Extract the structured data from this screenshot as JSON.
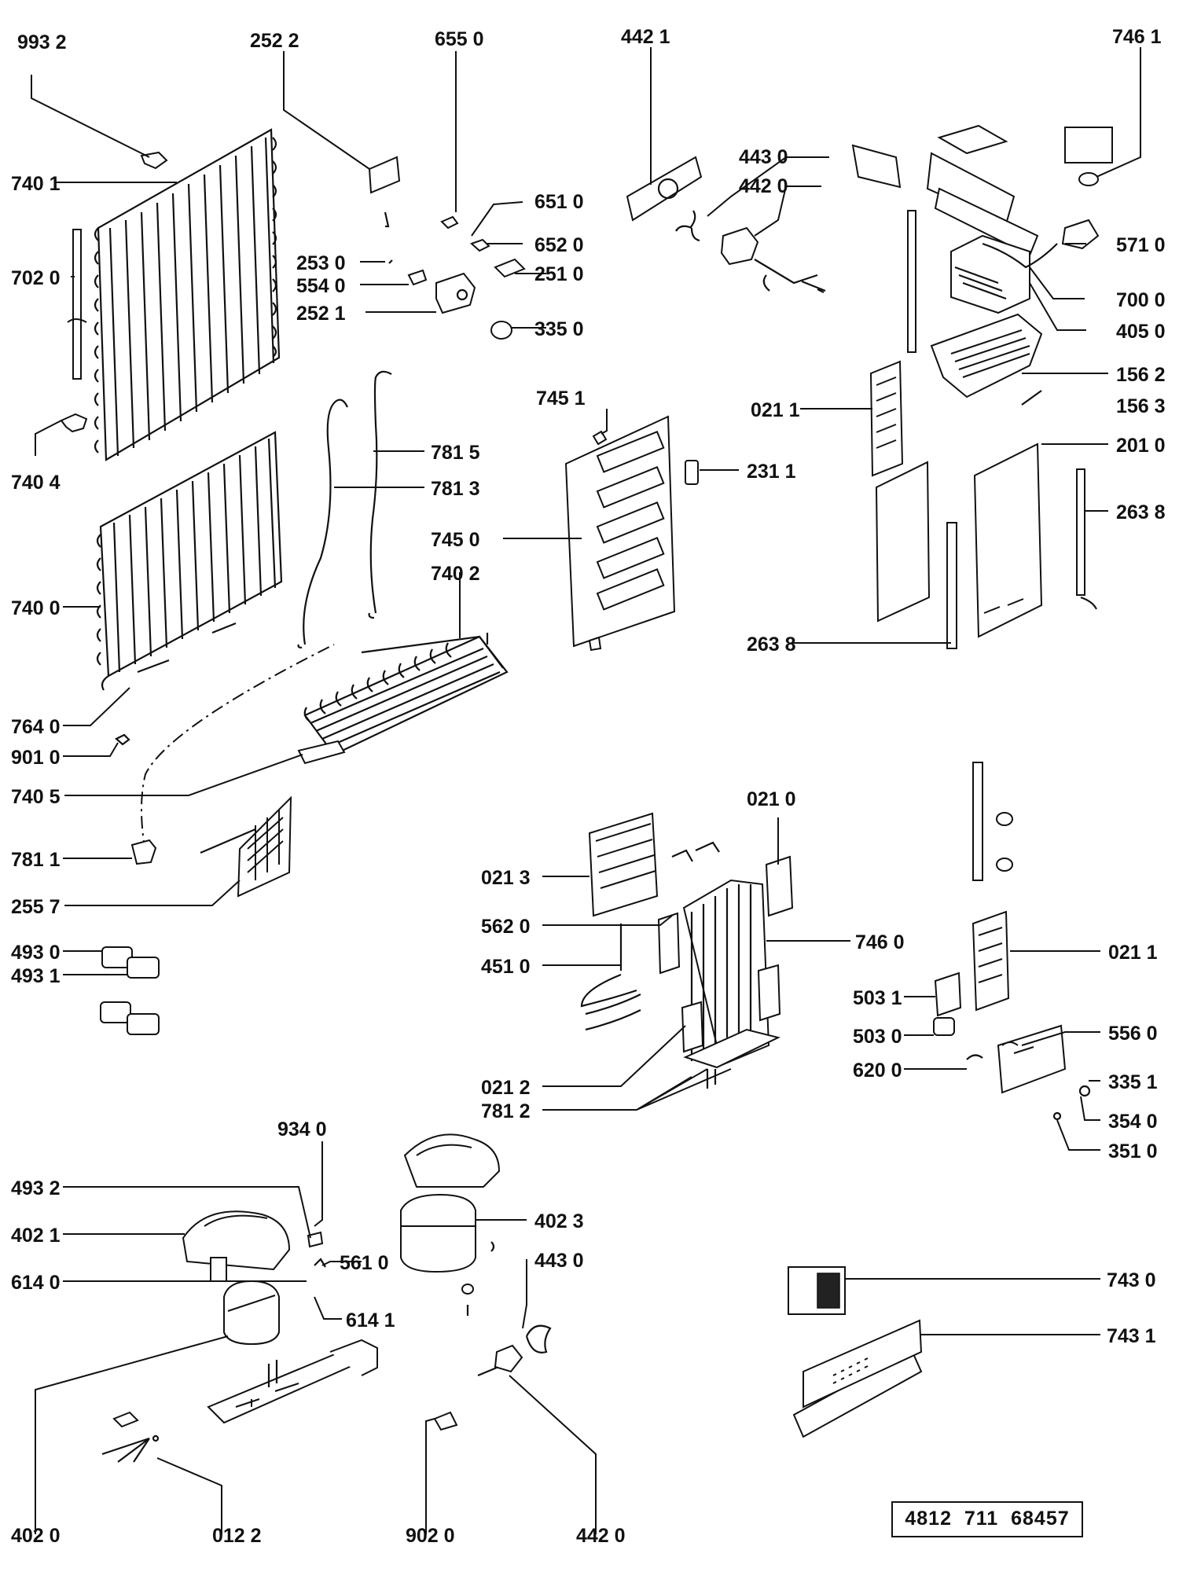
{
  "document_number": "4812  711  68457",
  "labels": {
    "l9932": "993 2",
    "l2522": "252  2",
    "l6550": "655  0",
    "l4421": "442 1",
    "l7461": "746 1",
    "l7401": "740 1",
    "l4430a": "443 0",
    "l4420a": "442 0",
    "l6510": "651 0",
    "l6520": "652 0",
    "l7020": "702 0",
    "l2530": "253  0",
    "l5540": "554  0",
    "l2510": "251 0",
    "l2521": "252  1",
    "l3350": "335 0",
    "l5710": "571 0",
    "l7000": "700 0",
    "l4050": "405 0",
    "l1562": "156 2",
    "l1563": "156 3",
    "l0211a": "021 1",
    "l7451": "745 1",
    "l7404": "740  4",
    "l7815": "781 5",
    "l7813": "781 3",
    "l2311": "231 1",
    "l2010": "201 0",
    "l2638a": "263 8",
    "l7450": "745 0",
    "l7402": "740 2",
    "l7400": "740 0",
    "l2638b": "263 8",
    "l7640": "764 0",
    "l9010": "901 0",
    "l7405": "740 5",
    "l0210": "021 0",
    "l7811": "781 1",
    "l0213": "021 3",
    "l2557": "255 7",
    "l5620": "562 0",
    "l7460": "746 0",
    "l4930": "493 0",
    "l4931": "493 1",
    "l4510": "451 0",
    "l0211b": "021 1",
    "l5031": "503  1",
    "l5030": "503  0",
    "l5560": "556 0",
    "l6200": "620 0",
    "l3351": "335 1",
    "l0212": "021 2",
    "l7812": "781 2",
    "l3540": "354 0",
    "l3510": "351 0",
    "l9340": "934  0",
    "l4932": "493 2",
    "l4023": "402  3",
    "l4021": "402 1",
    "l5610": "561 0",
    "l4430b": "443  0",
    "l6140": "614 0",
    "l6141": "614  1",
    "l7430": "743 0",
    "l7431": "743 1",
    "l4020": "402 0",
    "l0122": "012  2",
    "l9020": "902  0",
    "l4420b": "442  0"
  }
}
